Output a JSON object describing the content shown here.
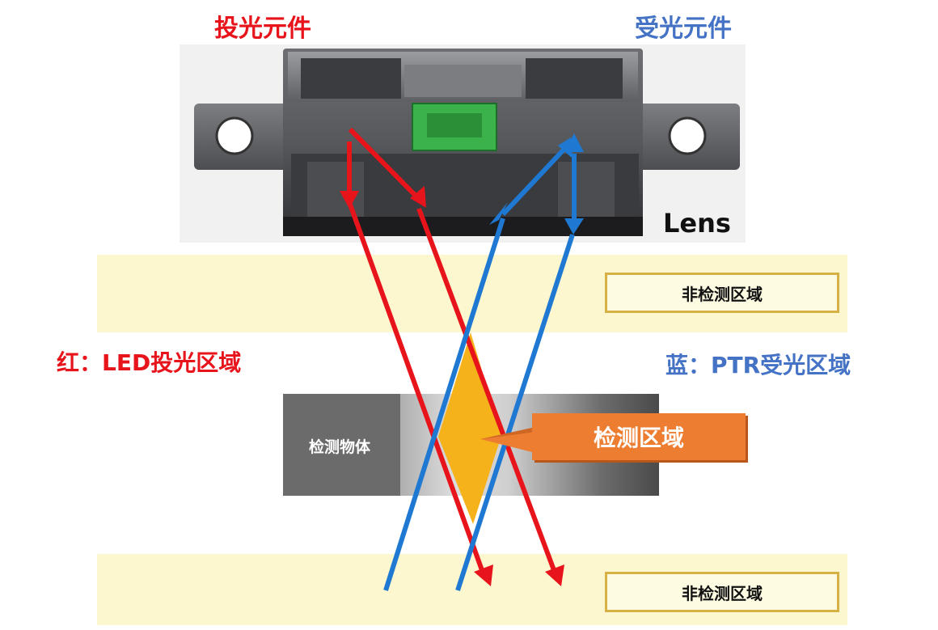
{
  "header": {
    "emitter_title": "投光元件",
    "receiver_title": "受光元件"
  },
  "lens_label": "Lens",
  "non_detect_top": "非检测区域",
  "non_detect_bottom": "非检测区域",
  "legend": {
    "red_label": "红：LED投光区域",
    "blue_label": "蓝：PTR受光区域"
  },
  "object_label": "检测物体",
  "detect_area_label": "检测区域",
  "colors": {
    "emitter_ray": "#e8141b",
    "receiver_ray": "#1f78d1",
    "detect_area": "#f5b21b",
    "band": "#fdf7cf",
    "callout": "#ed7d31"
  }
}
